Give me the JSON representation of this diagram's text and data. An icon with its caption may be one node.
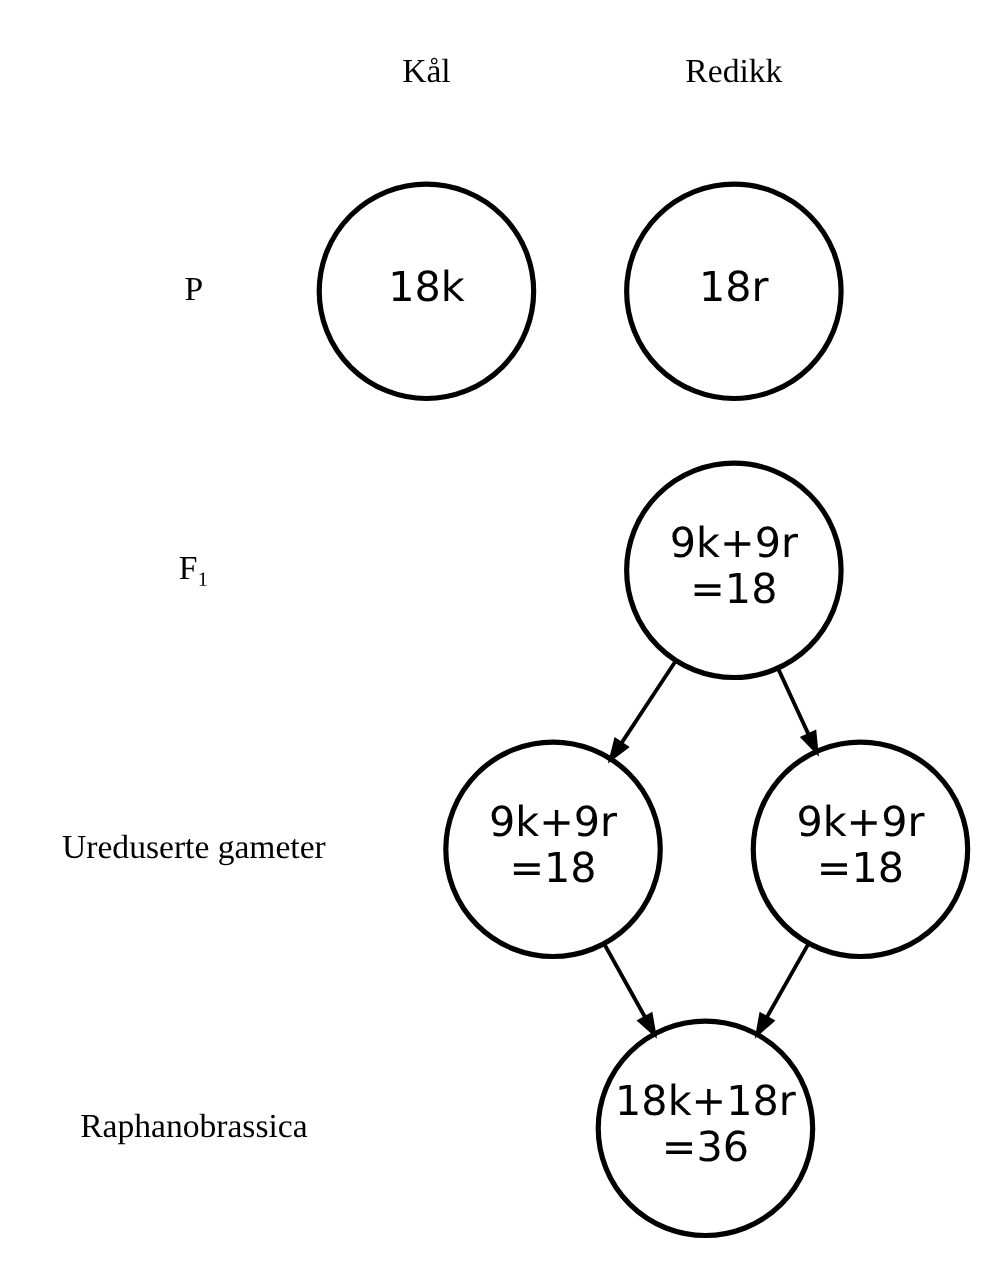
{
  "diagram": {
    "nodes": [
      {
        "text": [
          "18k"
        ]
      },
      {
        "text": [
          "18r"
        ]
      },
      {
        "text": [
          "9k+9r",
          "=18"
        ]
      },
      {
        "text": [
          "9k+9r",
          "=18"
        ]
      },
      {
        "text": [
          "9k+9r",
          "=18"
        ]
      },
      {
        "text": [
          "18k+18r",
          "=36"
        ]
      }
    ],
    "edges": [
      {
        "from": 2,
        "to": 3,
        "arrow": "to"
      },
      {
        "from": 2,
        "to": 4,
        "arrow": "to"
      },
      {
        "from": 3,
        "to": 5,
        "arrow": "to"
      },
      {
        "from": 4,
        "to": 5,
        "arrow": "to"
      }
    ],
    "labels": [
      "Kål",
      "Redikk",
      "P",
      "F₁",
      "Ureduserte gameter",
      "Raphanobrassica"
    ]
  }
}
